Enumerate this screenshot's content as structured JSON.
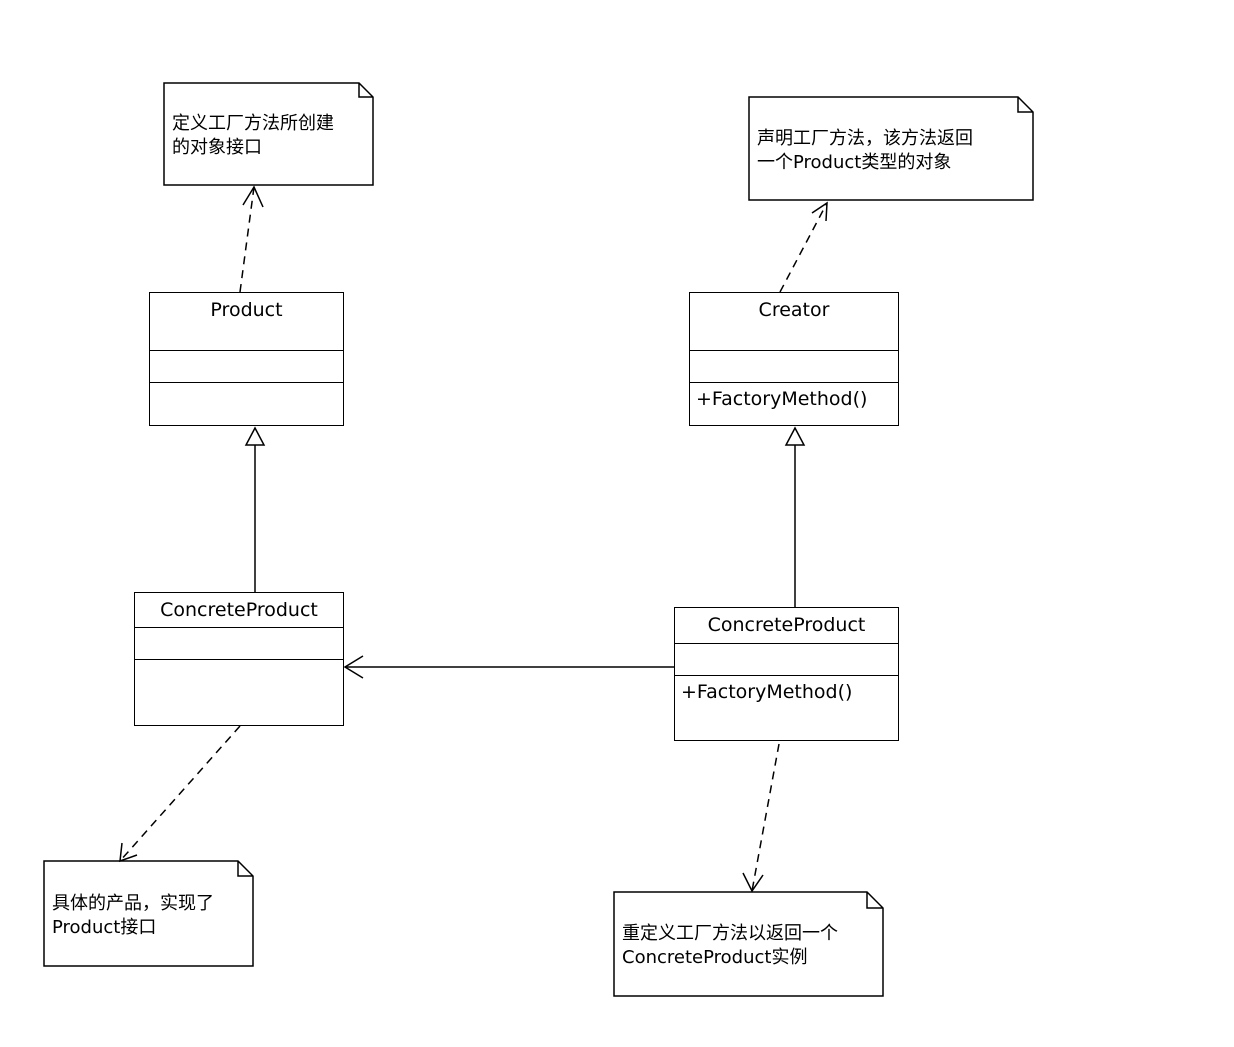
{
  "diagram": {
    "classes": {
      "product": {
        "name": "Product",
        "operations": ""
      },
      "creator": {
        "name": "Creator",
        "operations": "+FactoryMethod()"
      },
      "concrete_product": {
        "name": "ConcreteProduct",
        "operations": ""
      },
      "concrete_creator": {
        "name": "ConcreteProduct",
        "operations": "+FactoryMethod()"
      }
    },
    "notes": {
      "product_note": "定义工厂方法所创建\n的对象接口",
      "creator_note": "声明工厂方法，该方法返回\n一个Product类型的对象",
      "concrete_product_note": "具体的产品，实现了\nProduct接口",
      "concrete_creator_note": "重定义工厂方法以返回一个\nConcreteProduct实例"
    }
  }
}
